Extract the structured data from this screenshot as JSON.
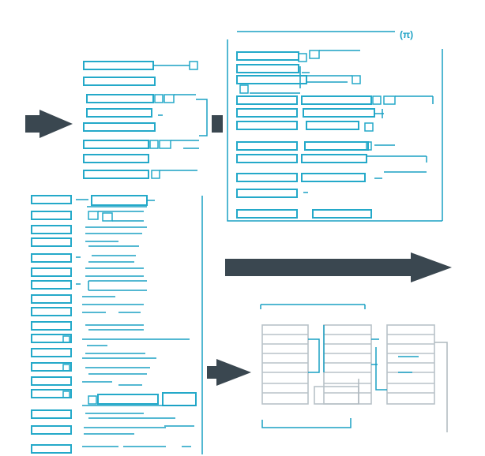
{
  "diagram": {
    "colors": {
      "accent": "#24a9c9",
      "wire": "#1aa0c4",
      "grey": "#b8c2c8",
      "arrow": "#3a4750",
      "background": "#ffffff"
    },
    "corner_marker": "(π)",
    "panels": [
      {
        "name": "upper-left-form"
      },
      {
        "name": "lower-left-form"
      },
      {
        "name": "upper-right-form"
      },
      {
        "name": "lower-right-table"
      }
    ],
    "arrows": [
      {
        "name": "left-entry-arrow"
      },
      {
        "name": "center-small-arrow"
      },
      {
        "name": "main-right-arrow"
      },
      {
        "name": "bottom-arrow"
      }
    ]
  }
}
